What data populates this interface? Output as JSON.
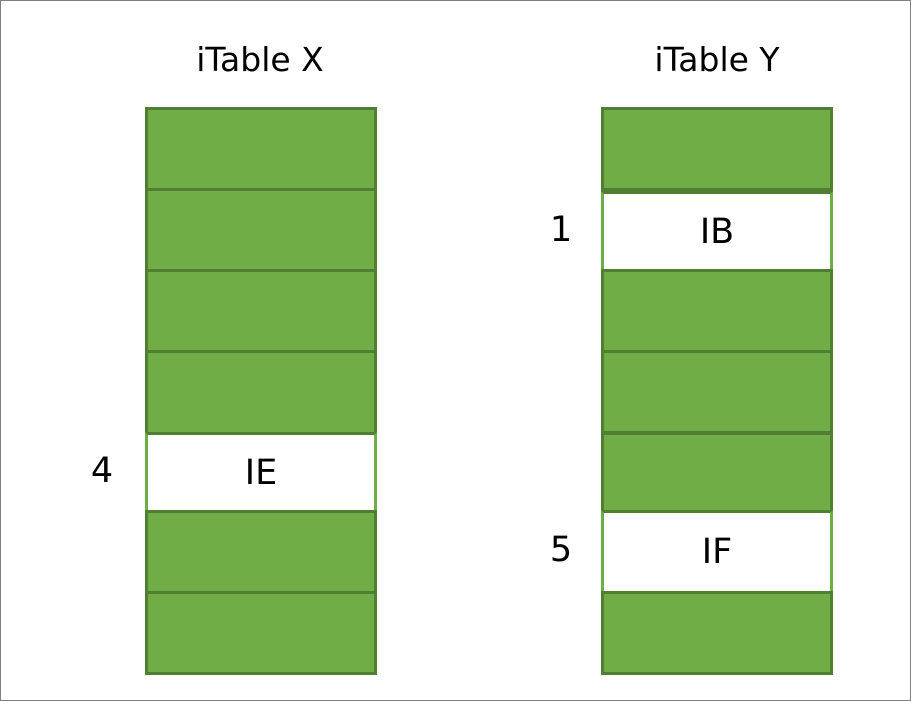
{
  "tables": [
    {
      "title": "iTable X",
      "rows": [
        "",
        "",
        "",
        "",
        "IE",
        "",
        ""
      ],
      "highlighted": [
        4
      ],
      "indices": {
        "4": "4"
      }
    },
    {
      "title": "iTable Y",
      "rows": [
        "",
        "IB",
        "",
        "",
        "",
        "IF",
        ""
      ],
      "highlighted": [
        1,
        5
      ],
      "indices": {
        "1": "1",
        "5": "5"
      }
    }
  ],
  "colors": {
    "cell_fill": "#70ad47",
    "cell_border": "#507e32",
    "highlight_fill": "#ffffff"
  }
}
